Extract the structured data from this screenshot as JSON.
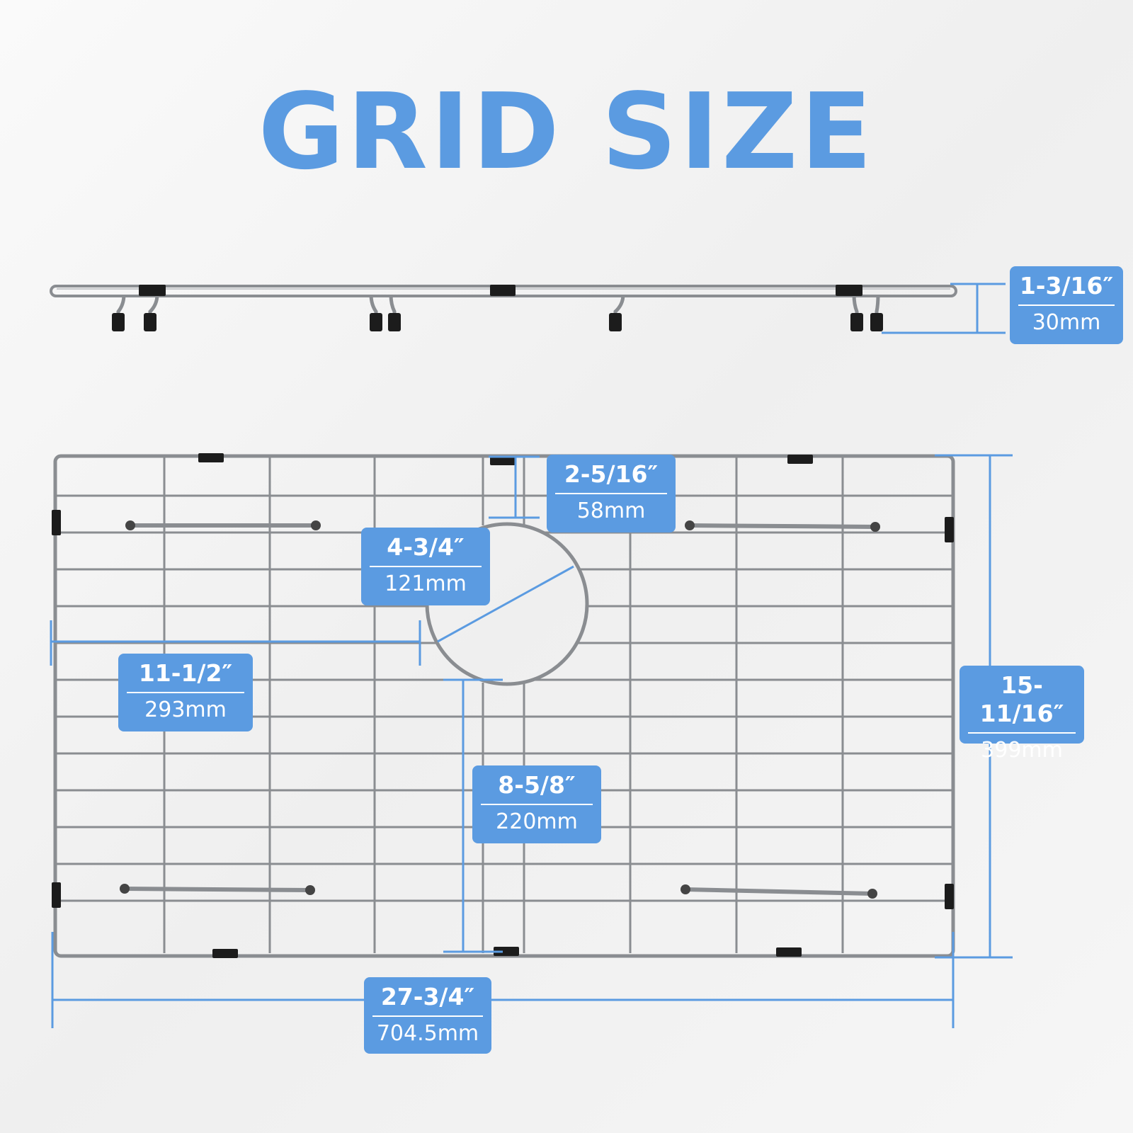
{
  "title": "GRID SIZE",
  "colors": {
    "accent": "#5b9be1",
    "background": "#f4f4f4",
    "wire": "#8a8d91",
    "bumper": "#1c1c1c"
  },
  "dimensions": {
    "height": {
      "imperial": "1-3/16″",
      "metric": "30mm"
    },
    "slot_depth": {
      "imperial": "2-5/16″",
      "metric": "58mm"
    },
    "drain_diameter": {
      "imperial": "4-3/4″",
      "metric": "121mm"
    },
    "drain_from_left": {
      "imperial": "11-1/2″",
      "metric": "293mm"
    },
    "drain_from_bottom": {
      "imperial": "8-5/8″",
      "metric": "220mm"
    },
    "depth": {
      "imperial": "15-11/16″",
      "metric": "399mm"
    },
    "width": {
      "imperial": "27-3/4″",
      "metric": "704.5mm"
    }
  }
}
